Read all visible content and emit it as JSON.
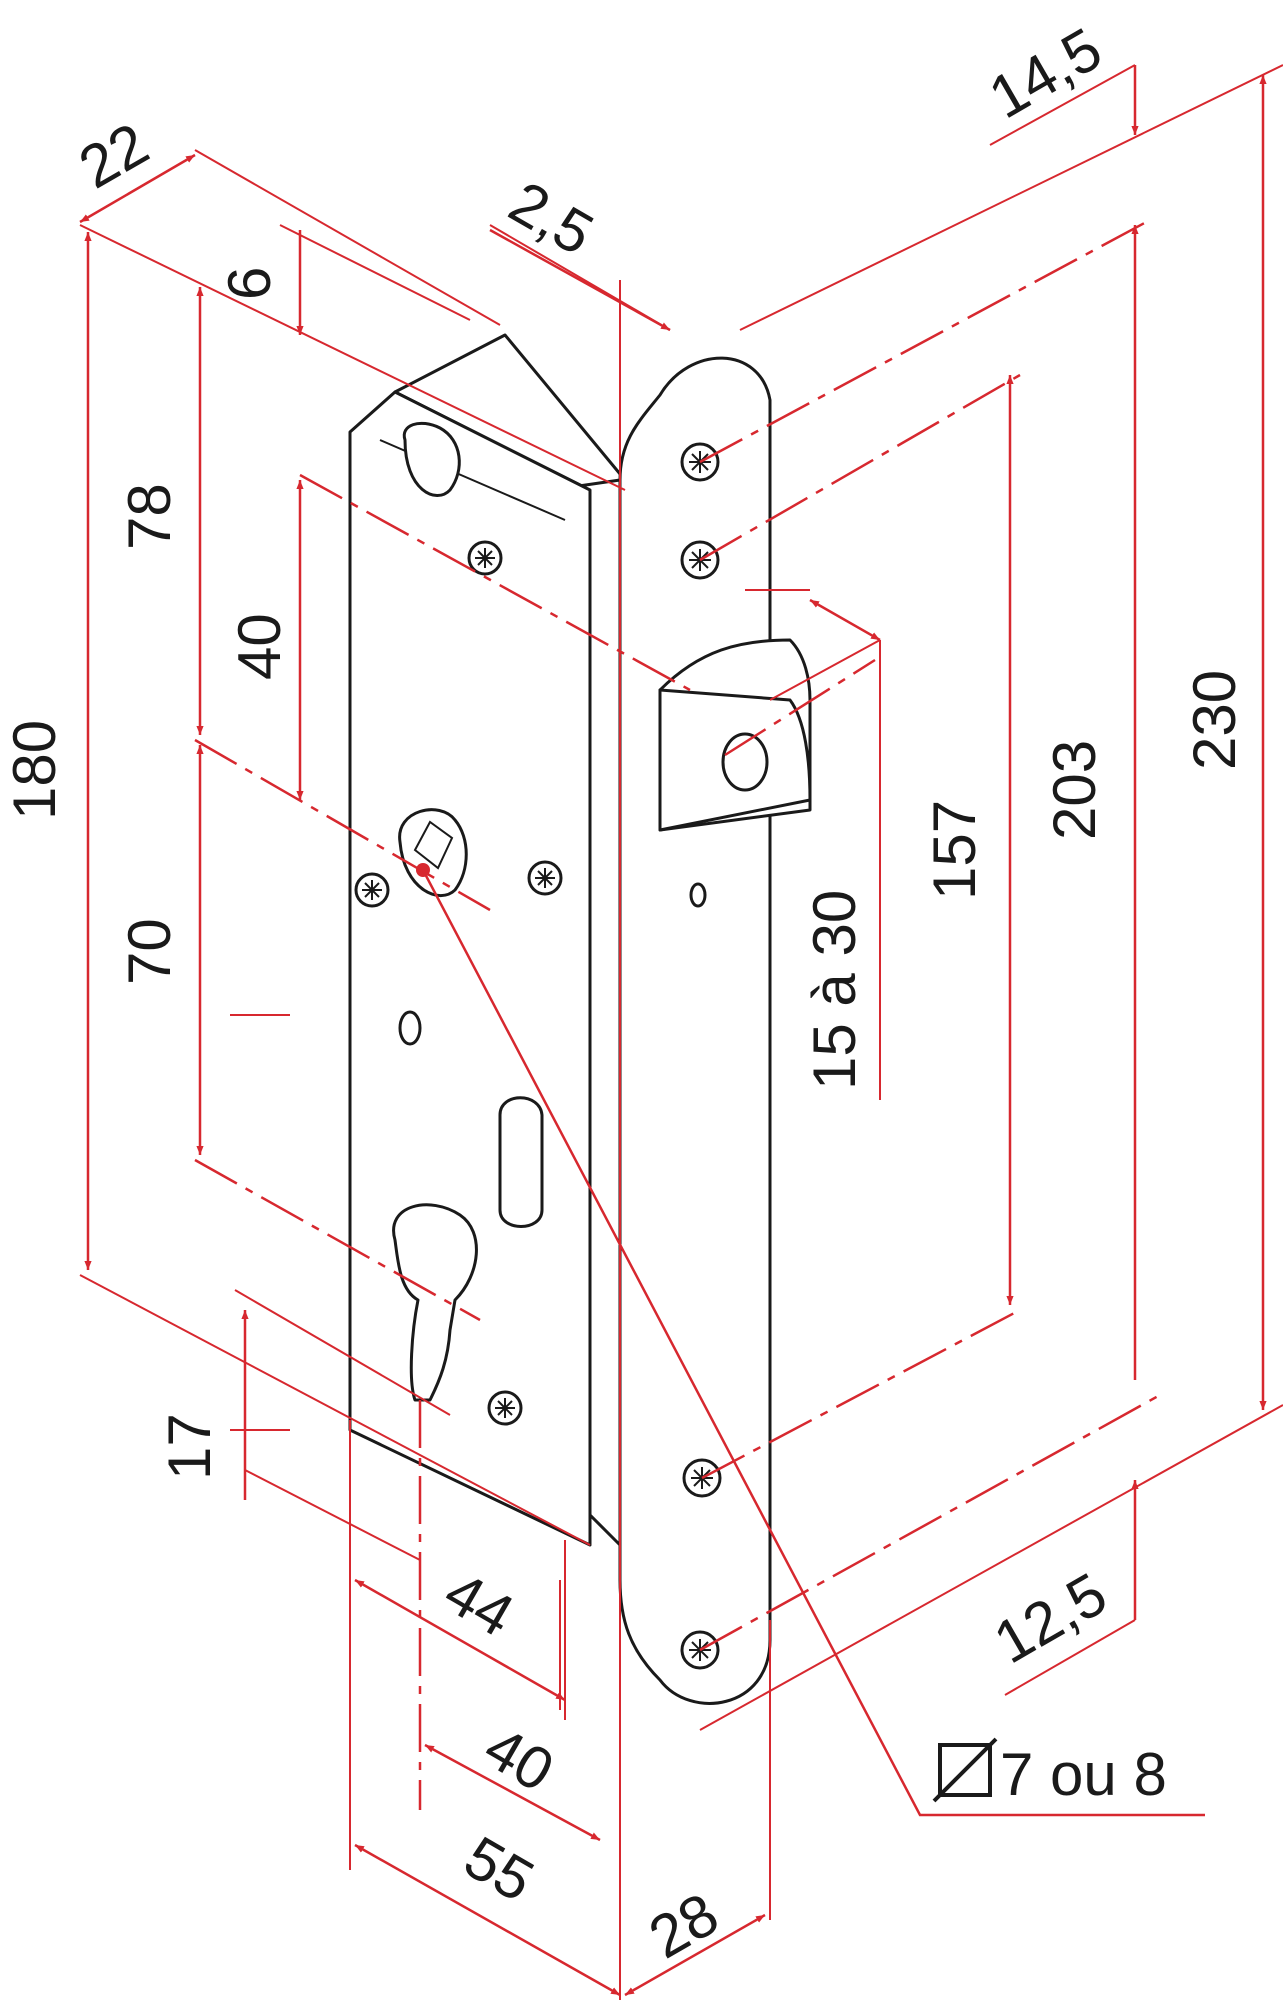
{
  "colors": {
    "dimension": "#d7282f",
    "outline": "#1a1a1a",
    "background": "#ffffff"
  },
  "dimensions": {
    "d_14_5": "14,5",
    "d_22": "22",
    "d_2_5": "2,5",
    "d_6": "6",
    "d_78": "78",
    "d_40_vertical": "40",
    "d_180": "180",
    "d_70": "70",
    "d_17": "17",
    "d_44": "44",
    "d_40_horizontal": "40",
    "d_55": "55",
    "d_28": "28",
    "d_15_a_30": "15 à 30",
    "d_157": "157",
    "d_203": "203",
    "d_230": "230",
    "d_12_5": "12,5"
  },
  "hole_label": "7 ou 8",
  "icons": {
    "diameter": "diameter-symbol-icon"
  }
}
